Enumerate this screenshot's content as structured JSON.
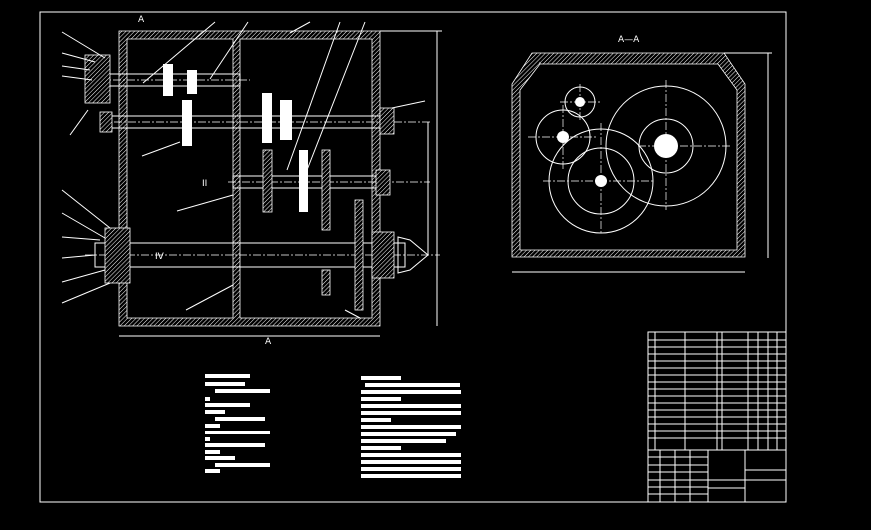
{
  "drawing": {
    "section_label": "A—A",
    "cut_label_top": "A",
    "cut_label_bottom": "A",
    "shaft_label_2": "II",
    "shaft_label_4": "IV"
  },
  "colors": {
    "background": "#000000",
    "lines": "#ffffff"
  }
}
